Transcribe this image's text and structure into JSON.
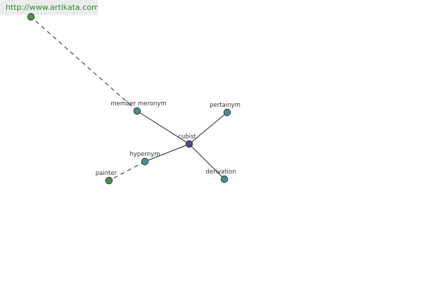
{
  "banner": {
    "url": "http://www.artikata.com"
  },
  "graph": {
    "center": "cubist",
    "nodes": {
      "cubist": {
        "label": "cubist",
        "color": "#4b4f8f"
      },
      "member_meronym": {
        "label": "member meronym",
        "color": "#4a8f8f"
      },
      "pertainym": {
        "label": "pertainym",
        "color": "#4a8f8f"
      },
      "hypernym": {
        "label": "hypernym",
        "color": "#4a8f8f"
      },
      "derivation": {
        "label": "derivation",
        "color": "#4a8f8f"
      },
      "painter": {
        "label": "painter",
        "color": "#4f8f4f"
      },
      "top_leaf": {
        "label": "",
        "color": "#4f8f4f"
      }
    },
    "edges": [
      {
        "from": "cubist",
        "to": "member_meronym",
        "style": "solid"
      },
      {
        "from": "cubist",
        "to": "pertainym",
        "style": "solid"
      },
      {
        "from": "cubist",
        "to": "hypernym",
        "style": "solid"
      },
      {
        "from": "cubist",
        "to": "derivation",
        "style": "solid"
      },
      {
        "from": "member_meronym",
        "to": "top_leaf",
        "style": "dashed"
      },
      {
        "from": "hypernym",
        "to": "painter",
        "style": "dashed"
      }
    ]
  }
}
